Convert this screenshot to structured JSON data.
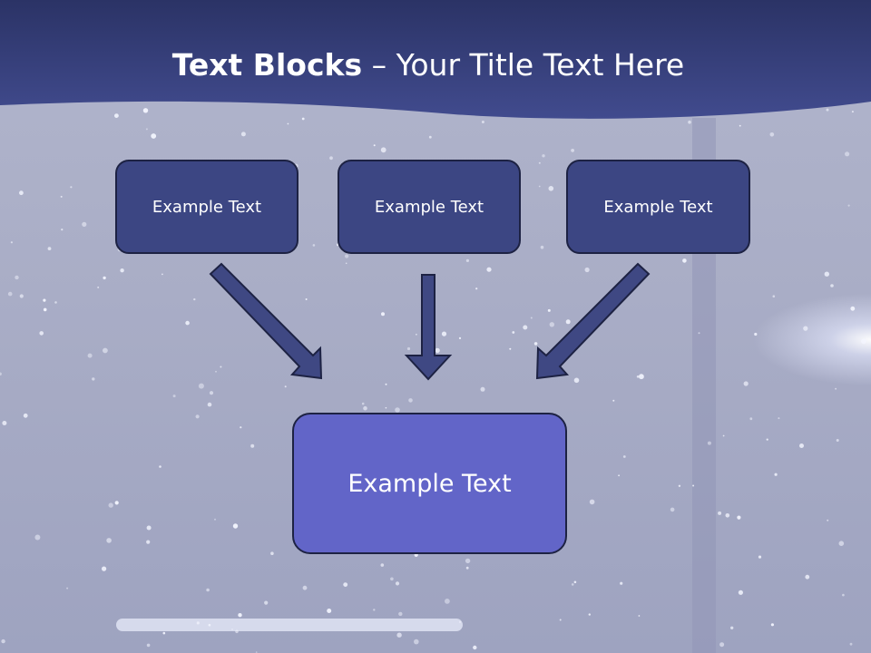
{
  "slide": {
    "title_bold": "Text Blocks",
    "title_dash": " – ",
    "title_rest": "Your Title Text Here"
  },
  "blocks": {
    "top": [
      "Example Text",
      "Example Text",
      "Example Text"
    ],
    "bottom": "Example Text"
  },
  "colors": {
    "header": "#3b4685",
    "box_top": "#3c4683",
    "box_bottom": "#6265c8",
    "box_border": "#1d2243",
    "arrow_fill": "#3f4883"
  }
}
